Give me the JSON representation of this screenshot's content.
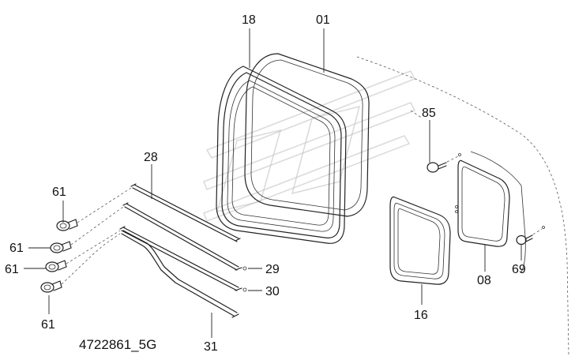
{
  "labels": {
    "l18": "18",
    "l01": "01",
    "l28": "28",
    "l85": "85",
    "l61a": "61",
    "l61b": "61",
    "l61c": "61",
    "l61d": "61",
    "l29": "29",
    "l30": "30",
    "l31": "31",
    "l16": "16",
    "l08": "08",
    "l69": "69"
  },
  "drawing_code": "4722861_5G"
}
